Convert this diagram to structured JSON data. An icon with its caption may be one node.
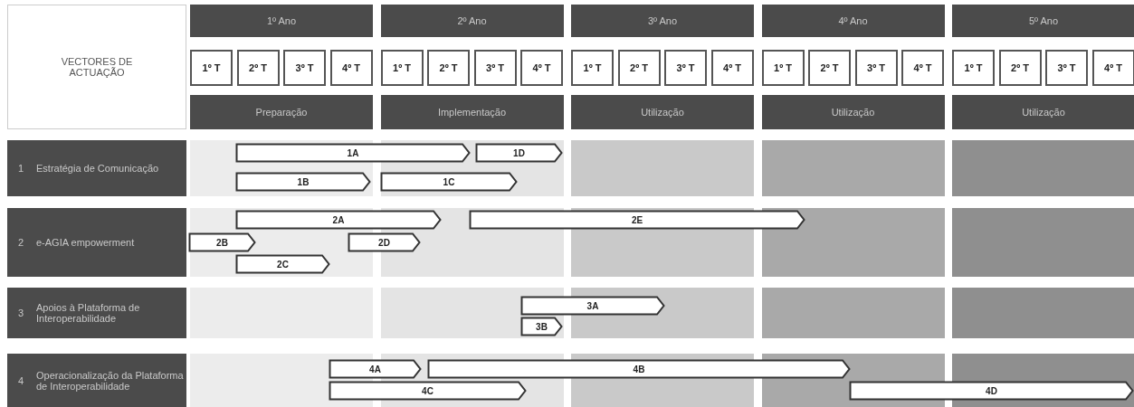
{
  "diagram": {
    "nodes": [
      {
        "text": [
          "VECTORES DE ACTUAÇÃO"
        ]
      },
      {
        "text": [
          "1º Ano"
        ]
      },
      {
        "text": [
          "2º Ano"
        ]
      },
      {
        "text": [
          "3º Ano"
        ]
      },
      {
        "text": [
          "4º Ano"
        ]
      },
      {
        "text": [
          "5º Ano"
        ]
      },
      {
        "text": [
          "1º T"
        ]
      },
      {
        "text": [
          "2º T"
        ]
      },
      {
        "text": [
          "3º T"
        ]
      },
      {
        "text": [
          "4º T"
        ]
      },
      {
        "text": [
          "1º T"
        ]
      },
      {
        "text": [
          "2º T"
        ]
      },
      {
        "text": [
          "3º T"
        ]
      },
      {
        "text": [
          "4º T"
        ]
      },
      {
        "text": [
          "1º T"
        ]
      },
      {
        "text": [
          "2º T"
        ]
      },
      {
        "text": [
          "3º T"
        ]
      },
      {
        "text": [
          "4º T"
        ]
      },
      {
        "text": [
          "1º T"
        ]
      },
      {
        "text": [
          "2º T"
        ]
      },
      {
        "text": [
          "3º T"
        ]
      },
      {
        "text": [
          "4º T"
        ]
      },
      {
        "text": [
          "1º T"
        ]
      },
      {
        "text": [
          "2º T"
        ]
      },
      {
        "text": [
          "3º T"
        ]
      },
      {
        "text": [
          "4º T"
        ]
      },
      {
        "text": [
          "Preparação"
        ]
      },
      {
        "text": [
          "Implementação"
        ]
      },
      {
        "text": [
          "Utilização"
        ]
      },
      {
        "text": [
          "Utilização"
        ]
      },
      {
        "text": [
          "Utilização"
        ]
      },
      {
        "text": [
          "1",
          "Estratégia de Comunicação"
        ]
      },
      {
        "text": [
          "1A"
        ]
      },
      {
        "text": [
          "1D"
        ]
      },
      {
        "text": [
          "1B"
        ]
      },
      {
        "text": [
          "1C"
        ]
      },
      {
        "text": [
          "2",
          "e-AGIA empowerment"
        ]
      },
      {
        "text": [
          "2A"
        ]
      },
      {
        "text": [
          "2E"
        ]
      },
      {
        "text": [
          "2B"
        ]
      },
      {
        "text": [
          "2D"
        ]
      },
      {
        "text": [
          "2C"
        ]
      },
      {
        "text": [
          "3",
          "Apoios à Plataforma de Interoperabilidade"
        ]
      },
      {
        "text": [
          "3A"
        ]
      },
      {
        "text": [
          "3B"
        ]
      },
      {
        "text": [
          "4",
          "Operacionalização da Plataforma de Interoperabilidade"
        ]
      },
      {
        "text": [
          "4A"
        ]
      },
      {
        "text": [
          "4B"
        ]
      },
      {
        "text": [
          "4C"
        ]
      },
      {
        "text": [
          "4D"
        ]
      }
    ]
  }
}
